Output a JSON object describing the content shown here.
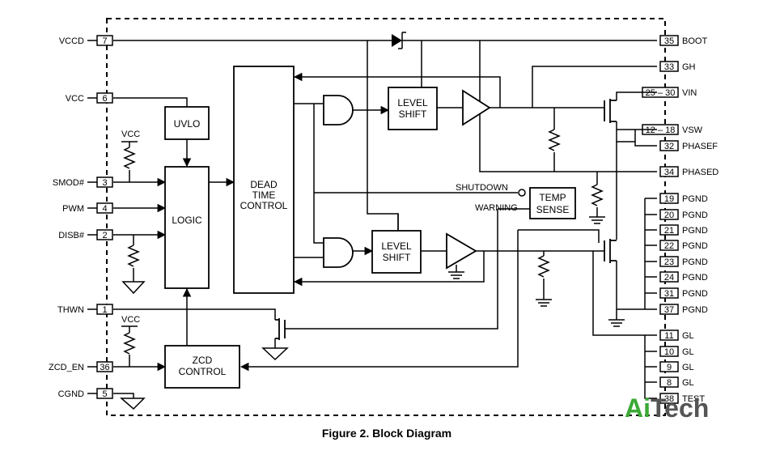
{
  "caption": "Figure 2. Block Diagram",
  "watermark": {
    "prefix": "Ai",
    "suffix": "Tech",
    "prefix_color": "#3aaa35",
    "suffix_color": "#555555"
  },
  "left_pins": [
    {
      "name": "VCCD",
      "num": "7"
    },
    {
      "name": "VCC",
      "num": "6"
    },
    {
      "name": "SMOD#",
      "num": "3"
    },
    {
      "name": "PWM",
      "num": "4"
    },
    {
      "name": "DISB#",
      "num": "2"
    },
    {
      "name": "THWN",
      "num": "1"
    },
    {
      "name": "ZCD_EN",
      "num": "36"
    },
    {
      "name": "CGND",
      "num": "5"
    }
  ],
  "right_pins": [
    {
      "name": "BOOT",
      "num": "35"
    },
    {
      "name": "GH",
      "num": "33"
    },
    {
      "name": "VIN",
      "num": "25 – 30"
    },
    {
      "name": "VSW",
      "num": "12 – 18"
    },
    {
      "name": "PHASEF",
      "num": "32"
    },
    {
      "name": "PHASED",
      "num": "34"
    },
    {
      "name": "PGND",
      "num": "19"
    },
    {
      "name": "PGND",
      "num": "20"
    },
    {
      "name": "PGND",
      "num": "21"
    },
    {
      "name": "PGND",
      "num": "22"
    },
    {
      "name": "PGND",
      "num": "23"
    },
    {
      "name": "PGND",
      "num": "24"
    },
    {
      "name": "PGND",
      "num": "31"
    },
    {
      "name": "PGND",
      "num": "37"
    },
    {
      "name": "GL",
      "num": "11"
    },
    {
      "name": "GL",
      "num": "10"
    },
    {
      "name": "GL",
      "num": "9"
    },
    {
      "name": "GL",
      "num": "8"
    },
    {
      "name": "TEST",
      "num": "38"
    }
  ],
  "blocks": {
    "uvlo": "UVLO",
    "logic": "LOGIC",
    "dead_time": [
      "DEAD",
      "TIME",
      "CONTROL"
    ],
    "level_shift_high": [
      "LEVEL",
      "SHIFT"
    ],
    "level_shift_low": [
      "LEVEL",
      "SHIFT"
    ],
    "temp_sense": [
      "TEMP",
      "SENSE"
    ],
    "zcd_control": [
      "ZCD",
      "CONTROL"
    ]
  },
  "labels": {
    "vcc_smod": "VCC",
    "vcc_zcd": "VCC",
    "shutdown": "SHUTDOWN",
    "warning": "WARNING"
  }
}
